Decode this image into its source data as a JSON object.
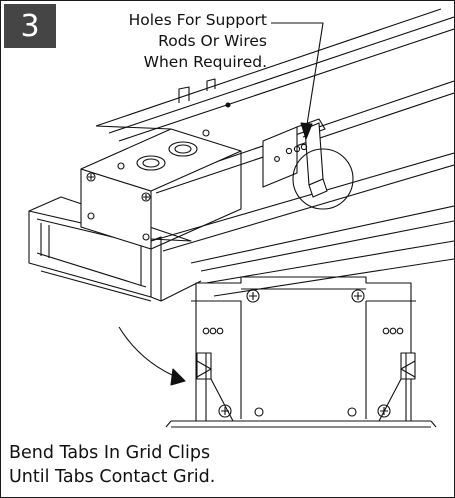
{
  "step": {
    "number": "3"
  },
  "callout": {
    "lines": [
      "Holes For Support",
      "Rods Or Wires",
      "When Required."
    ]
  },
  "caption": {
    "lines": [
      "Bend Tabs In Grid Clips",
      "Until Tabs Contact Grid."
    ]
  },
  "colors": {
    "badge": "#454545",
    "line": "#111111",
    "background": "#ffffff"
  }
}
